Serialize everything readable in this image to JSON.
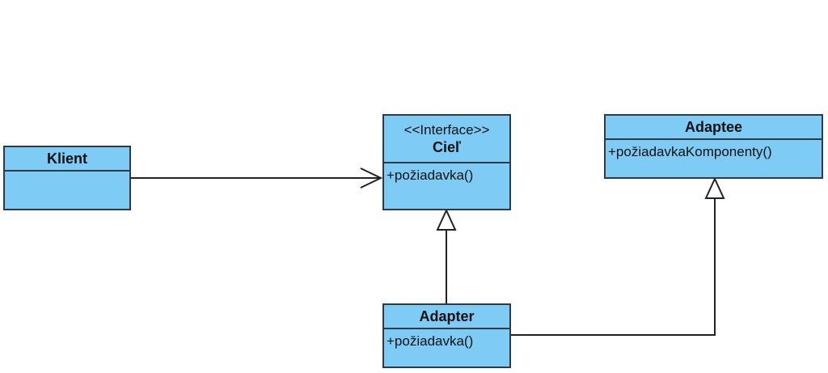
{
  "classes": {
    "klient": {
      "name": "Klient",
      "members": []
    },
    "ciel": {
      "stereotype": "<<Interface>>",
      "name": "Cieľ",
      "members": [
        "+požiadavka()"
      ]
    },
    "adaptee": {
      "name": "Adaptee",
      "members": [
        "+požiadavkaKomponenty()"
      ]
    },
    "adapter": {
      "name": "Adapter",
      "members": [
        "+požiadavka()"
      ]
    }
  },
  "relationships": [
    {
      "from": "klient",
      "to": "ciel",
      "kind": "association"
    },
    {
      "from": "adapter",
      "to": "ciel",
      "kind": "realization"
    },
    {
      "from": "adapter",
      "to": "adaptee",
      "kind": "generalization"
    }
  ],
  "colors": {
    "class_fill": "#7ecbf5",
    "border": "#2f3a44",
    "line": "#222222"
  }
}
